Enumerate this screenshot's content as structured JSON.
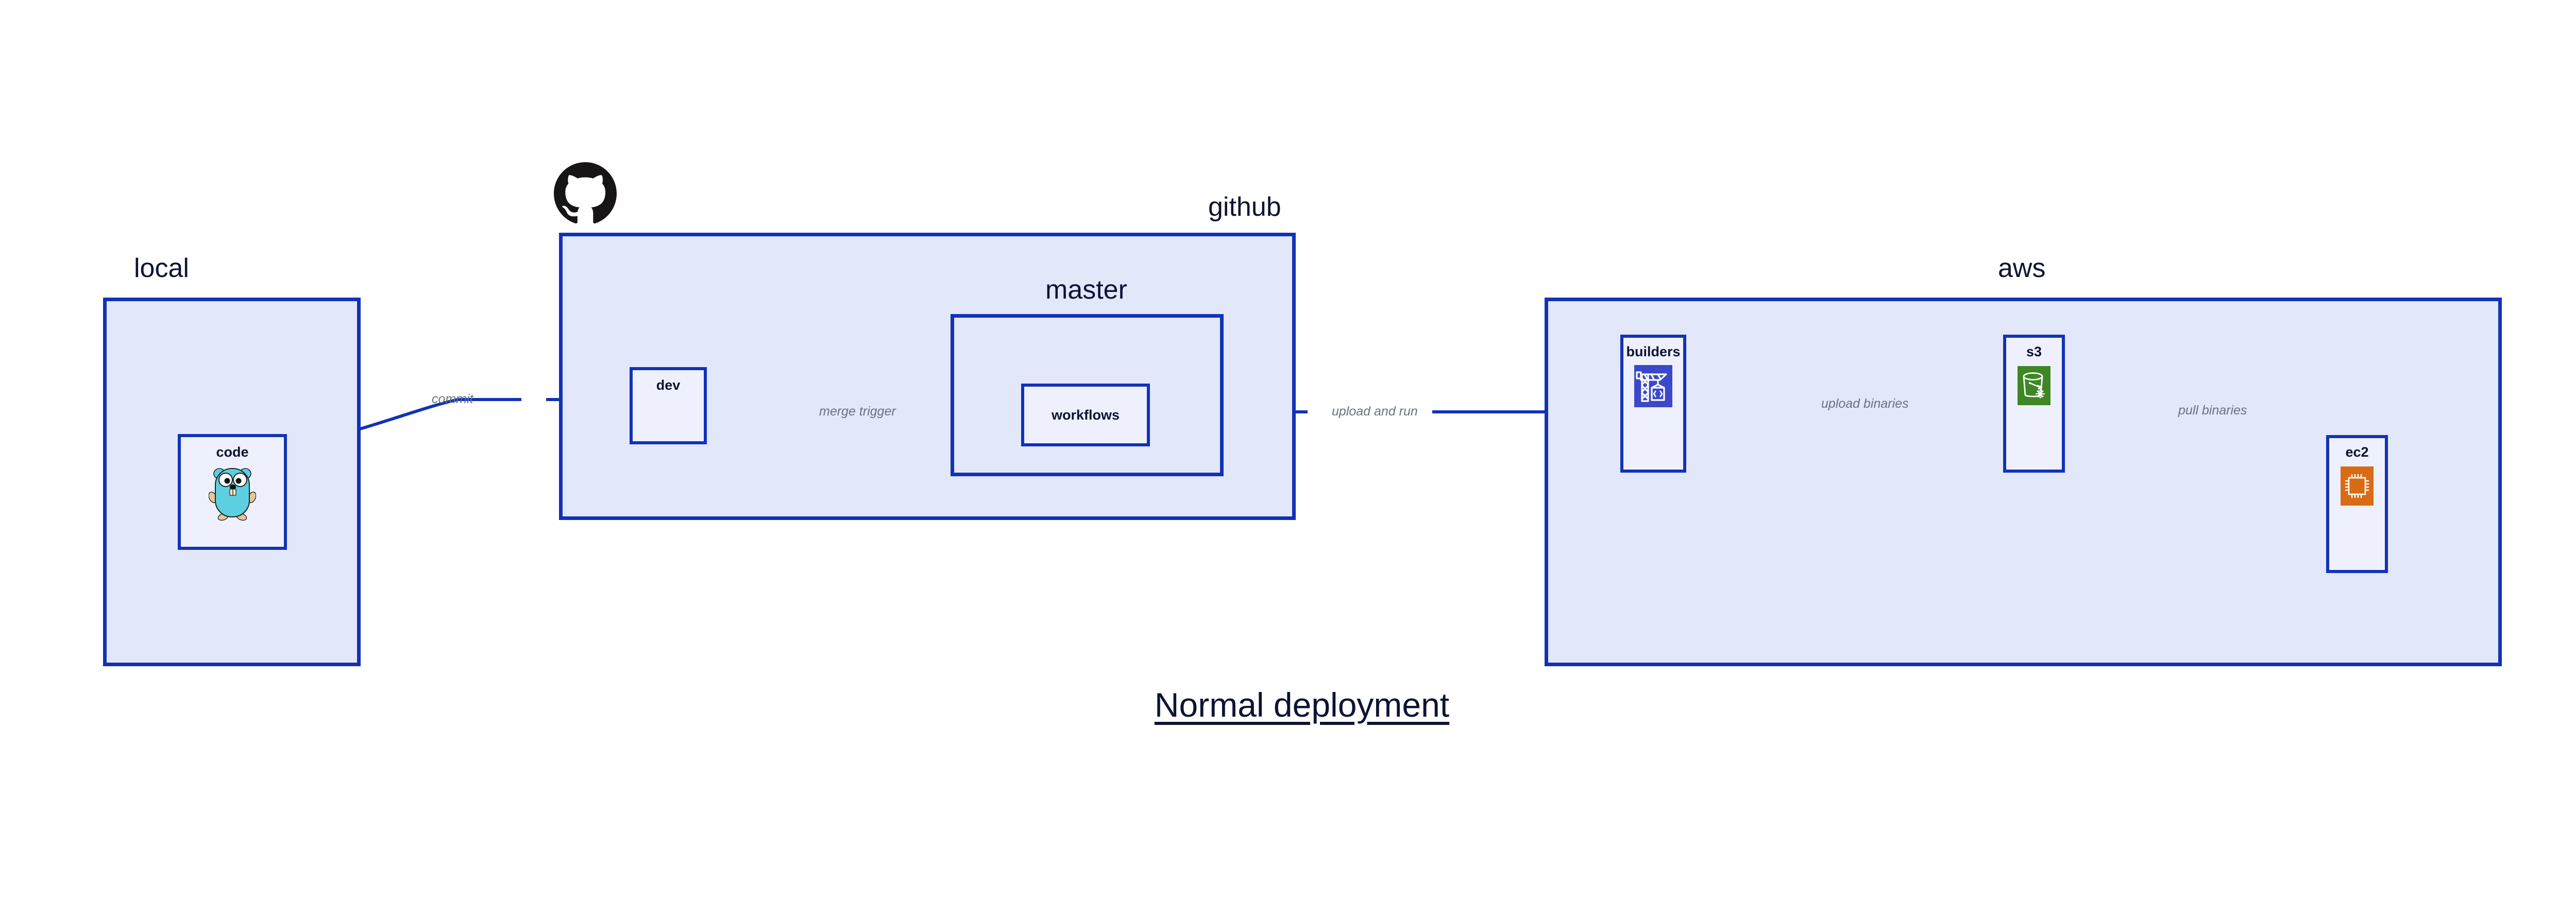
{
  "diagram": {
    "title": "Normal deployment",
    "colors": {
      "cluster_fill": "#e2e7fa",
      "node_fill": "#eef1fd",
      "border": "#1232b6",
      "edge": "#1232b6",
      "edge_label": "#6b7280",
      "text": "#0d1333",
      "builders_icon": "#3b48c9",
      "s3_icon": "#3f8624",
      "ec2_icon": "#d96b15",
      "gopher": "#5ccfe0",
      "github_logo": "#171515"
    },
    "clusters": [
      {
        "id": "local",
        "label": "local"
      },
      {
        "id": "github",
        "label": "github"
      },
      {
        "id": "master",
        "label": "master"
      },
      {
        "id": "aws",
        "label": "aws"
      }
    ],
    "nodes": [
      {
        "id": "code",
        "label": "code",
        "icon": "go-gopher-icon"
      },
      {
        "id": "dev",
        "label": "dev",
        "icon": "none"
      },
      {
        "id": "workflows",
        "label": "workflows",
        "icon": "none"
      },
      {
        "id": "builders",
        "label": "builders",
        "icon": "aws-builders-crane-icon"
      },
      {
        "id": "s3",
        "label": "s3",
        "icon": "aws-s3-bucket-icon"
      },
      {
        "id": "ec2",
        "label": "ec2",
        "icon": "aws-ec2-chip-icon"
      }
    ],
    "edges": [
      {
        "from": "code",
        "to": "dev",
        "label": "commit"
      },
      {
        "from": "dev",
        "to": "workflows",
        "label": "merge trigger"
      },
      {
        "from": "workflows",
        "to": "builders",
        "label": "upload and run"
      },
      {
        "from": "builders",
        "to": "s3",
        "label": "upload binaries"
      },
      {
        "from": "s3",
        "to": "ec2",
        "label": "pull binaries"
      }
    ],
    "logos": [
      {
        "id": "github-logo",
        "name": "github-octocat-logo"
      }
    ]
  }
}
